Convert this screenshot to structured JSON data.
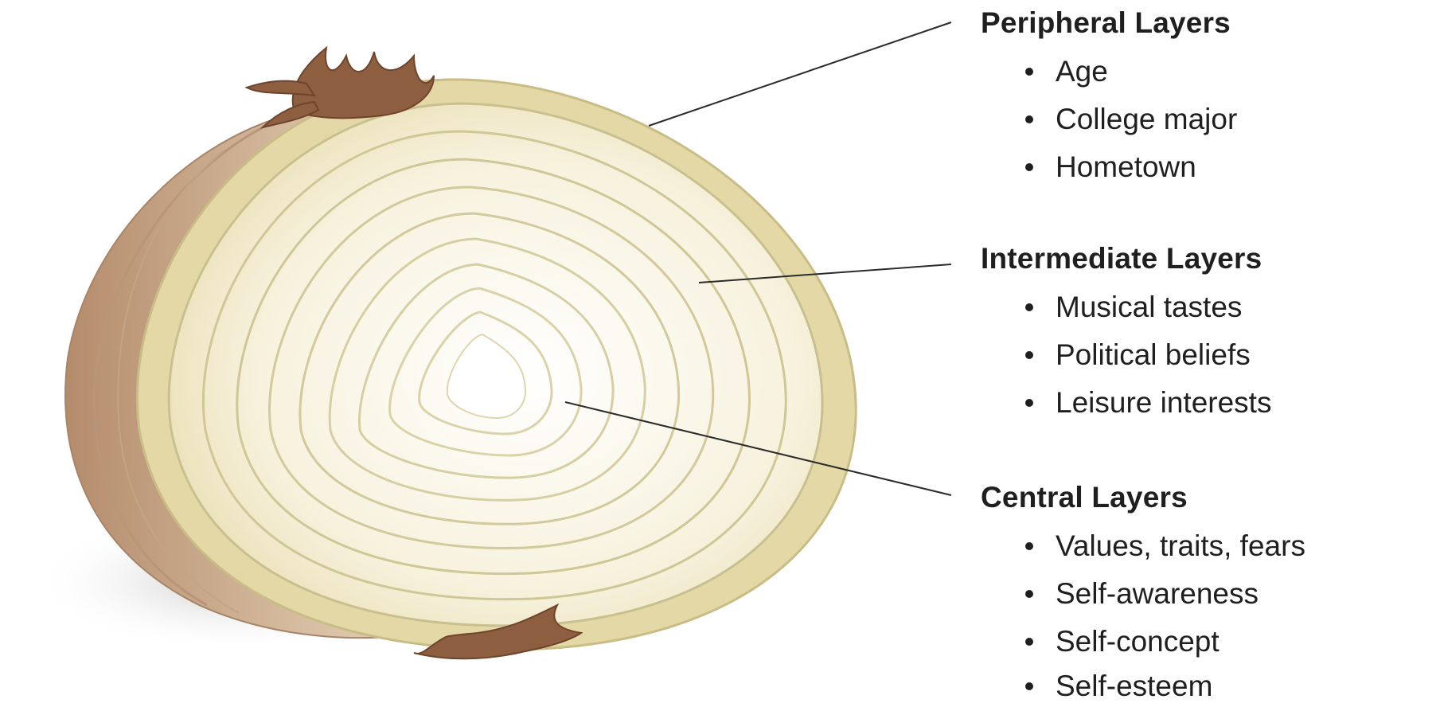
{
  "groups": [
    {
      "title": "Peripheral Layers",
      "items": [
        "Age",
        "College major",
        "Hometown"
      ]
    },
    {
      "title": "Intermediate Layers",
      "items": [
        "Musical tastes",
        "Political beliefs",
        "Leisure interests"
      ]
    },
    {
      "title": "Central Layers",
      "items": [
        "Values, traits, fears",
        "Self-awareness",
        "Self-concept",
        "Self-esteem"
      ]
    }
  ],
  "colors": {
    "skin": "#c9a98a",
    "flesh": "#f5efd6",
    "ring": "#cdc7a0",
    "root": "#8a5a3c",
    "text": "#1f1f1f"
  }
}
